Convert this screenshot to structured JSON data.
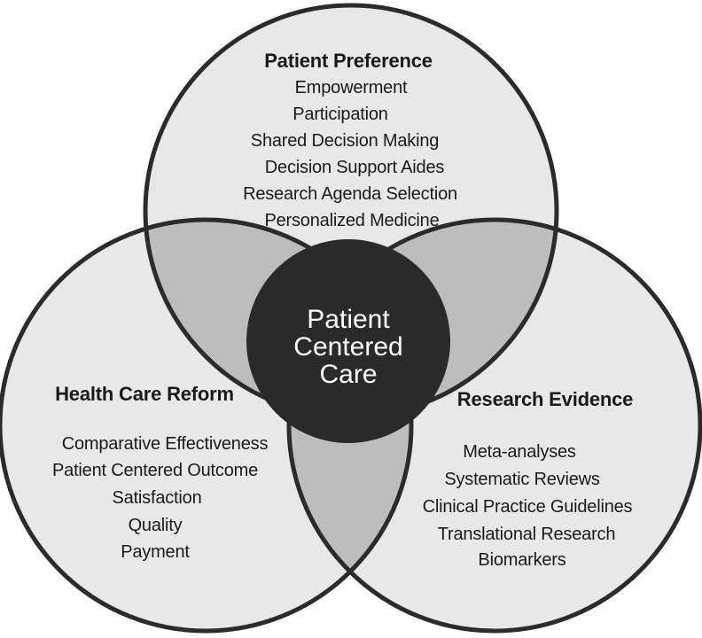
{
  "colors": {
    "circle_fill": "#e8e8e8",
    "overlap_fill": "#bdbdbd",
    "stroke": "#2b2b2b",
    "center_fill": "#2a2a2a",
    "center_text": "#ffffff"
  },
  "top": {
    "title": "Patient Preference",
    "items": [
      "Empowerment",
      "Participation",
      "Shared Decision Making",
      "Decision Support Aides",
      "Research Agenda Selection",
      "Personalized Medicine"
    ]
  },
  "left": {
    "title": "Health Care Reform",
    "items": [
      "Comparative Effectiveness",
      "Patient Centered Outcome",
      "Satisfaction",
      "Quality",
      "Payment"
    ]
  },
  "right": {
    "title": "Research Evidence",
    "items": [
      "Meta-analyses",
      "Systematic Reviews",
      "Clinical Practice Guidelines",
      "Translational Research",
      "Biomarkers"
    ]
  },
  "center": {
    "line1": "Patient",
    "line2": "Centered",
    "line3": "Care"
  }
}
